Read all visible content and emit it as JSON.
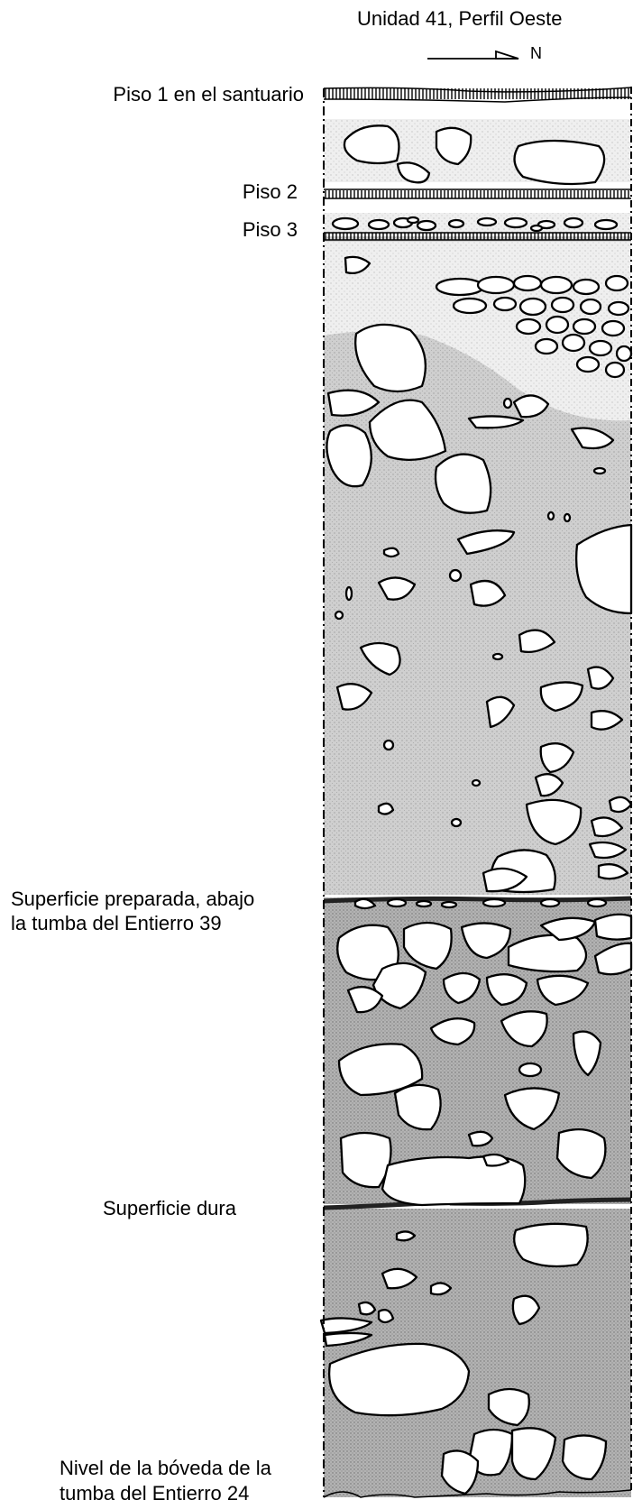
{
  "title": "Unidad 41, Perfil Oeste",
  "north_label": "N",
  "labels": {
    "piso1": "Piso 1 en el santuario",
    "piso2": "Piso 2",
    "piso3": "Piso 3",
    "superficie_preparada_1": "Superficie preparada, abajo",
    "superficie_preparada_2": "la tumba del Entierro 39",
    "superficie_dura": "Superficie dura",
    "nivel_boveda_1": "Nivel de la bóveda de la",
    "nivel_boveda_2": "tumba del Entierro 24"
  }
}
